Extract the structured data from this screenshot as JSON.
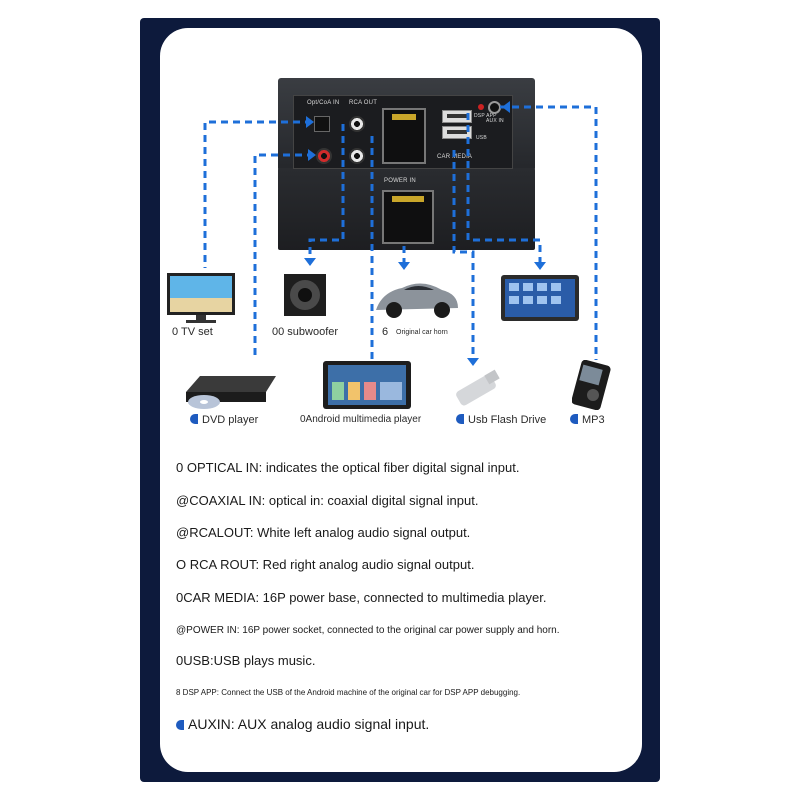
{
  "device": {
    "label_opt_coa_in": "Opt/CoA IN",
    "label_rca_out": "RCA OUT",
    "label_power_in": "POWER IN",
    "label_car_media": "CAR MEDIA",
    "label_dsp_app": "DSP APP",
    "label_usb": "USB",
    "label_aux_in": "AUX IN"
  },
  "devices": {
    "tv": "0 TV set",
    "subwoofer": "00 subwoofer",
    "car_horn_prefix": "6",
    "car_horn": "Original car horn",
    "dvd": "DVD player",
    "android": "0Android multimedia player",
    "usb_flash": "Usb Flash Drive",
    "mp3": "MP3"
  },
  "descriptions": [
    "0 OPTICAL IN: indicates the optical fiber digital signal input.",
    "@COAXIAL IN: optical in: coaxial digital signal input.",
    "@RCALOUT: White left analog audio signal output.",
    "O RCA ROUT: Red right analog audio signal output.",
    "0CAR MEDIA: 16P power base, connected to multimedia player.",
    "@POWER IN: 16P power socket, connected to the original car power supply and horn.",
    "0USB:USB plays music.",
    "8 DSP APP: Connect the USB of the Android machine of the original car for DSP APP debugging.",
    "AUXIN: AUX analog audio signal input."
  ],
  "colors": {
    "frame": "#0d1a3c",
    "wire": "#1e6fd9",
    "bullet": "#1e5bbf"
  }
}
